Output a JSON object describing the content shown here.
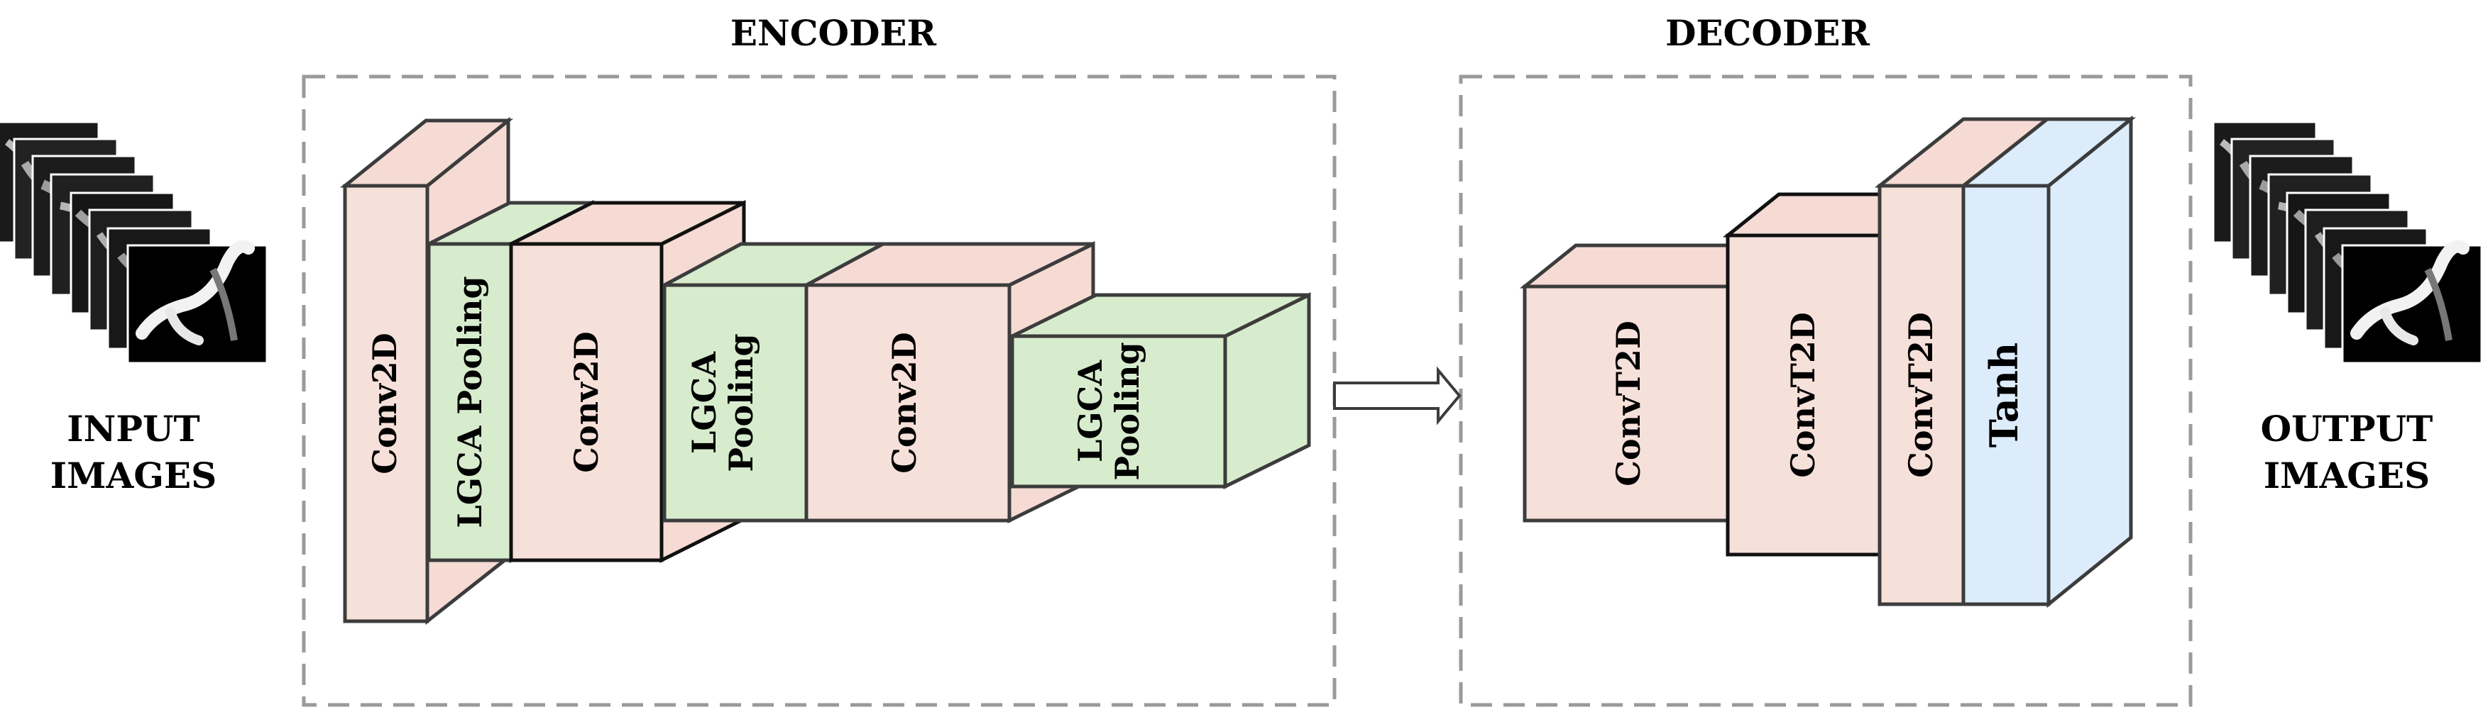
{
  "encoder": {
    "title": "ENCODER",
    "layers": [
      "Conv2D",
      "LGCA Pooling",
      "Conv2D",
      "LGCA Pooling",
      "Conv2D",
      "LGCA Pooling"
    ]
  },
  "decoder": {
    "title": "DECODER",
    "layers": [
      "ConvT2D",
      "ConvT2D",
      "ConvT2D",
      "Tanh"
    ]
  },
  "input_label": [
    "INPUT",
    "IMAGES"
  ],
  "output_label": [
    "OUTPUT",
    "IMAGES"
  ],
  "colors": {
    "conv": "#f6e0da",
    "conv_top": "#f5dbd4",
    "pool": "#d7eccd",
    "tanh": "#dcecfb",
    "edge": "#3c3c3c",
    "dash": "#9a9a9a"
  },
  "icons": [
    "image-stack-icon",
    "arrow-right-icon"
  ]
}
